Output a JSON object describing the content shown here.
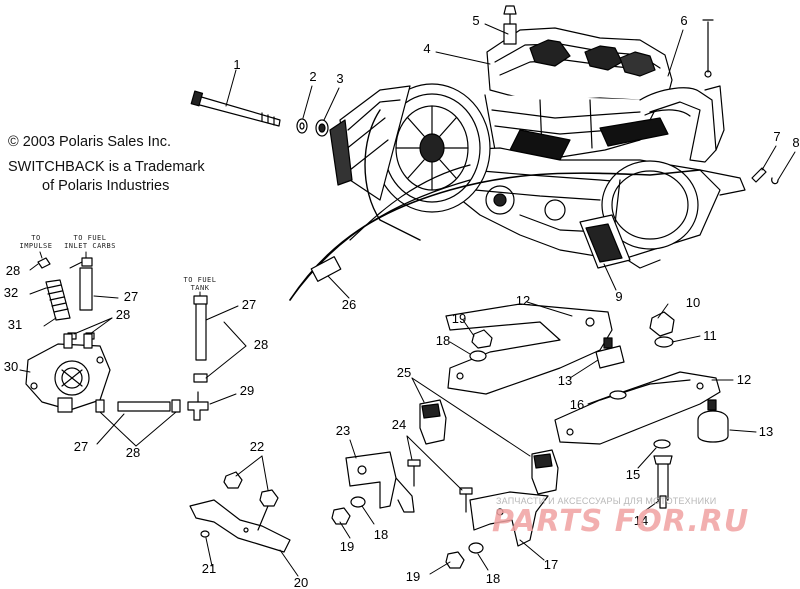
{
  "copyright": {
    "line1": "© 2003 Polaris Sales Inc.",
    "line2": "SWITCHBACK is a Trademark",
    "line3": "of Polaris Industries"
  },
  "hose_labels": {
    "to_impulse": "TO\nIMPULSE",
    "to_fuel_inlet_carbs": "TO FUEL\nINLET CARBS",
    "to_fuel_tank": "TO FUEL\nTANK"
  },
  "callouts": [
    "1",
    "2",
    "3",
    "4",
    "5",
    "6",
    "7",
    "8",
    "9",
    "10",
    "11",
    "12",
    "12",
    "13",
    "13",
    "14",
    "15",
    "16",
    "17",
    "18",
    "18",
    "18",
    "18",
    "19",
    "19",
    "19",
    "19",
    "20",
    "21",
    "22",
    "23",
    "24",
    "25",
    "26",
    "27",
    "27",
    "27",
    "28",
    "28",
    "28",
    "28",
    "29",
    "30",
    "31",
    "32"
  ],
  "watermark": {
    "caption": "ЗАПЧАСТИ И АКСЕССУАРЫ ДЛЯ МОТОТЕХНИКИ",
    "logo": "PARTS FOR.RU"
  },
  "colors": {
    "line": "#000000",
    "watermark_logo": "#f0a2a2",
    "watermark_text": "#b8b8b8"
  }
}
